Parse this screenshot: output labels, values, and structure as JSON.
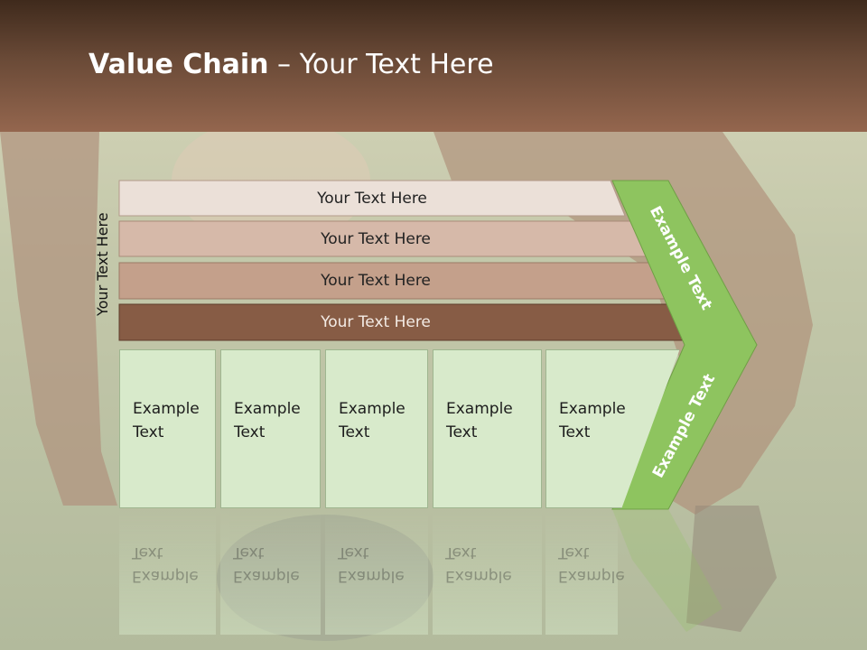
{
  "slide": {
    "title_bold": "Value Chain",
    "title_rest": " – Your Text Here",
    "side_label": "Your Text Here",
    "bars": [
      {
        "label": "Your Text Here",
        "color": "#ebe0d8"
      },
      {
        "label": "Your Text Here",
        "color": "#d6b9a9"
      },
      {
        "label": "Your Text Here",
        "color": "#c4a08b"
      },
      {
        "label": "Your Text Here",
        "color": "#875c45"
      }
    ],
    "cards": [
      {
        "line1": "Example",
        "line2": "Text"
      },
      {
        "line1": "Example",
        "line2": "Text"
      },
      {
        "line1": "Example",
        "line2": "Text"
      },
      {
        "line1": "Example",
        "line2": "Text"
      },
      {
        "line1": "Example",
        "line2": "Text"
      }
    ],
    "chevron_top": "Example Text",
    "chevron_bottom": "Example Text",
    "colors": {
      "header": "#6a4a37",
      "chevron": "#8ec45f",
      "card": "#d8eacb"
    }
  }
}
